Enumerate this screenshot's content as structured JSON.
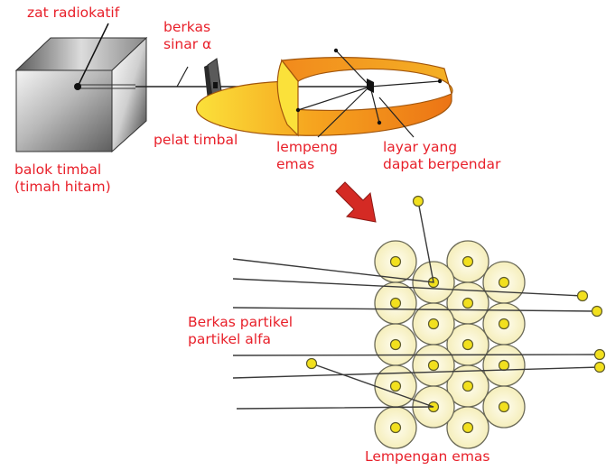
{
  "labels": {
    "zat_radioaktif": "zat radiokatif",
    "berkas_sinar_line1": "berkas",
    "berkas_sinar_line2": "sinar α",
    "pelat_timbal": "pelat timbal",
    "lempeng_emas_line1": "lempeng",
    "lempeng_emas_line2": "emas",
    "layar_line1": "layar yang",
    "layar_line2": "dapat berpendar",
    "balok_timbal_line1": "balok timbal",
    "balok_timbal_line2": "(timah hitam)",
    "berkas_partikel_line1": "Berkas partikel",
    "berkas_partikel_line2": "partikel alfa",
    "lempengan_emas": "Lempengan emas"
  },
  "colors": {
    "label_text": "#e8202a",
    "arrow": "#d42a24",
    "gold_atom_fill": "#fbf6cc",
    "gold_atom_stroke": "#6b6a58",
    "nucleus_fill": "#f2e01e",
    "screen_orange": "#f08a1a",
    "screen_yellow": "#fbe13a",
    "lead_block_gray": "#9a9a9a"
  }
}
